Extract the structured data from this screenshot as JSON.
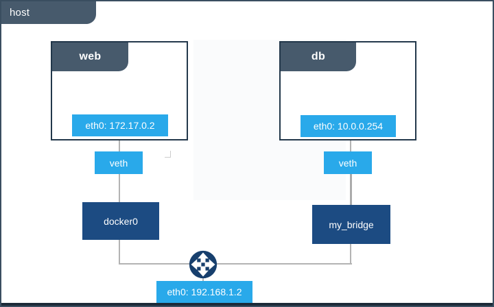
{
  "host": {
    "label": "host",
    "interface_label": "eth0: 192.168.1.2"
  },
  "containers": [
    {
      "name": "web",
      "interface_label": "eth0: 172.17.0.2",
      "veth_label": "veth",
      "bridge_label": "docker0"
    },
    {
      "name": "db",
      "interface_label": "eth0: 10.0.0.254",
      "veth_label": "veth",
      "bridge_label": "my_bridge"
    }
  ],
  "icons": {
    "router": "router-crossed-arrows-icon"
  },
  "colors": {
    "tab_slate": "#475A6C",
    "node_border": "#22374A",
    "bright_blue": "#29A9EA",
    "dark_blue": "#1C4B82",
    "router_navy": "#173F6D",
    "connector_gray": "#B3B3B3",
    "bottom_bar": "#1C2A38"
  }
}
